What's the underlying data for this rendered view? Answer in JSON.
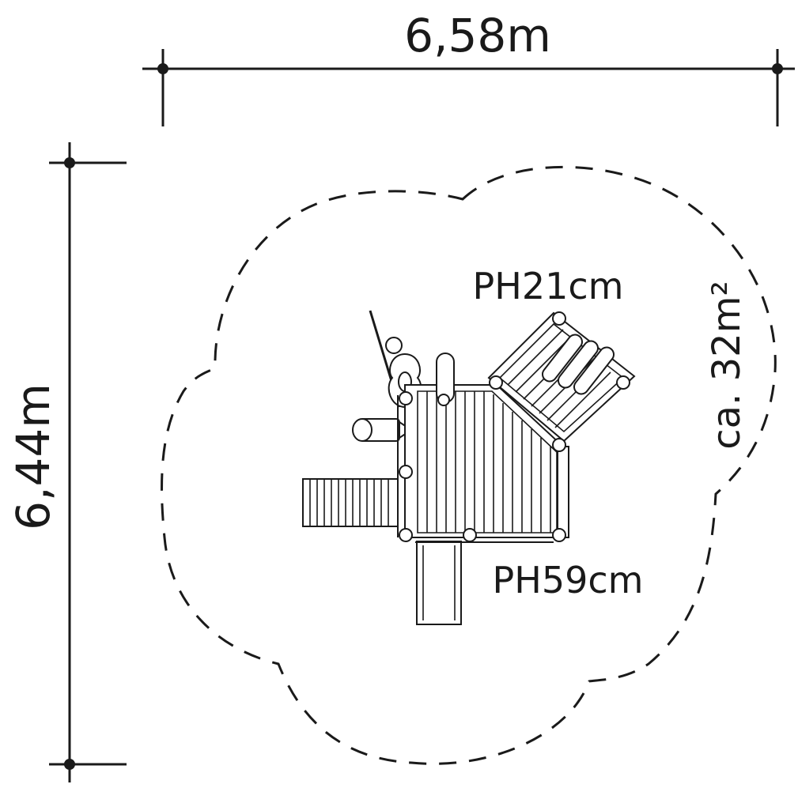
{
  "dimensions": {
    "width_label": "6,58m",
    "depth_label": "6,44m"
  },
  "area_label": "ca. 32m²",
  "platform_heights": {
    "upper_label": "PH21cm",
    "lower_label": "PH59cm"
  },
  "colors": {
    "line": "#1a1a1a",
    "background": "#ffffff"
  }
}
